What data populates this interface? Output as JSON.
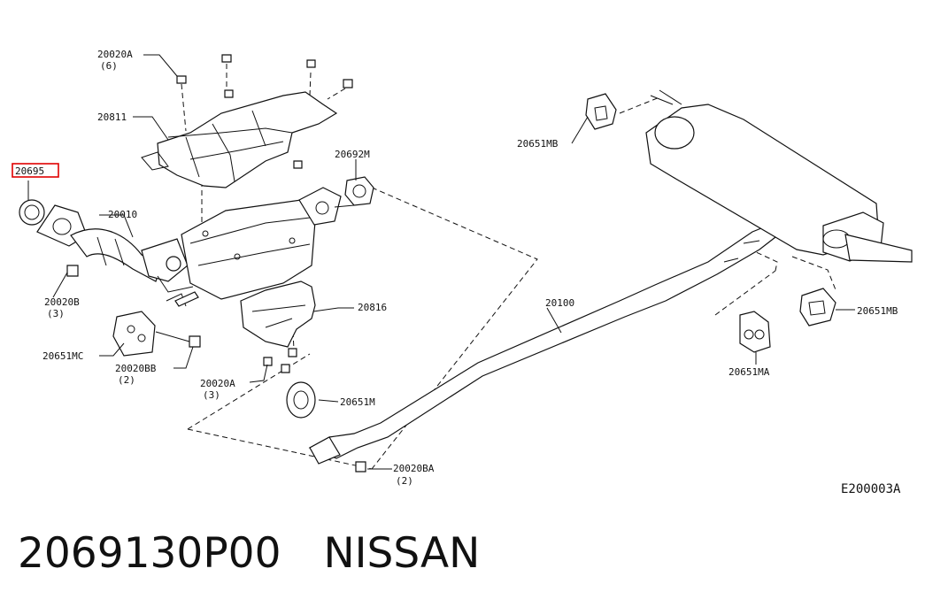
{
  "diagram": {
    "callouts": {
      "c20020A_top": {
        "code": "20020A",
        "qty": "(6)"
      },
      "c20811": {
        "code": "20811"
      },
      "c20695": {
        "code": "20695"
      },
      "c20010": {
        "code": "20010"
      },
      "c20020B": {
        "code": "20020B",
        "qty": "(3)"
      },
      "c20651MC": {
        "code": "20651MC"
      },
      "c20020BB": {
        "code": "20020BB",
        "qty": "(2)"
      },
      "c20020A_bot": {
        "code": "20020A",
        "qty": "(3)"
      },
      "c20692M": {
        "code": "20692M"
      },
      "c20816": {
        "code": "20816"
      },
      "c20651M": {
        "code": "20651M"
      },
      "c20020BA": {
        "code": "20020BA",
        "qty": "(2)"
      },
      "c20100": {
        "code": "20100"
      },
      "c20651MB_top": {
        "code": "20651MB"
      },
      "c20651MB_right": {
        "code": "20651MB"
      },
      "c20651MA": {
        "code": "20651MA"
      }
    },
    "diagram_id": "E200003A",
    "highlight_color": "#e00000"
  },
  "caption": {
    "part_number": "2069130P00",
    "brand": "NISSAN"
  }
}
